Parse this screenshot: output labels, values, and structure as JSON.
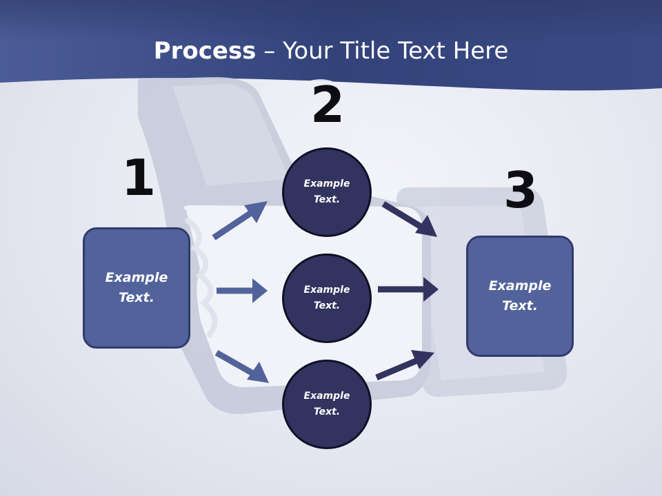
{
  "title": {
    "bold": "Process",
    "rest": " – Your Title Text Here"
  },
  "steps": {
    "one": "1",
    "two": "2",
    "three": "3"
  },
  "left_box": {
    "text": "Example\nText."
  },
  "circles": [
    {
      "text": "Example\nText."
    },
    {
      "text": "Example\nText."
    },
    {
      "text": "Example\nText."
    }
  ],
  "right_box": {
    "text": "Example\nText."
  },
  "colors": {
    "header": "#3d4c85",
    "box_fill": "#52639b",
    "circle_fill": "#32335f",
    "arrow_left": "#52639b",
    "arrow_right": "#32335f"
  }
}
